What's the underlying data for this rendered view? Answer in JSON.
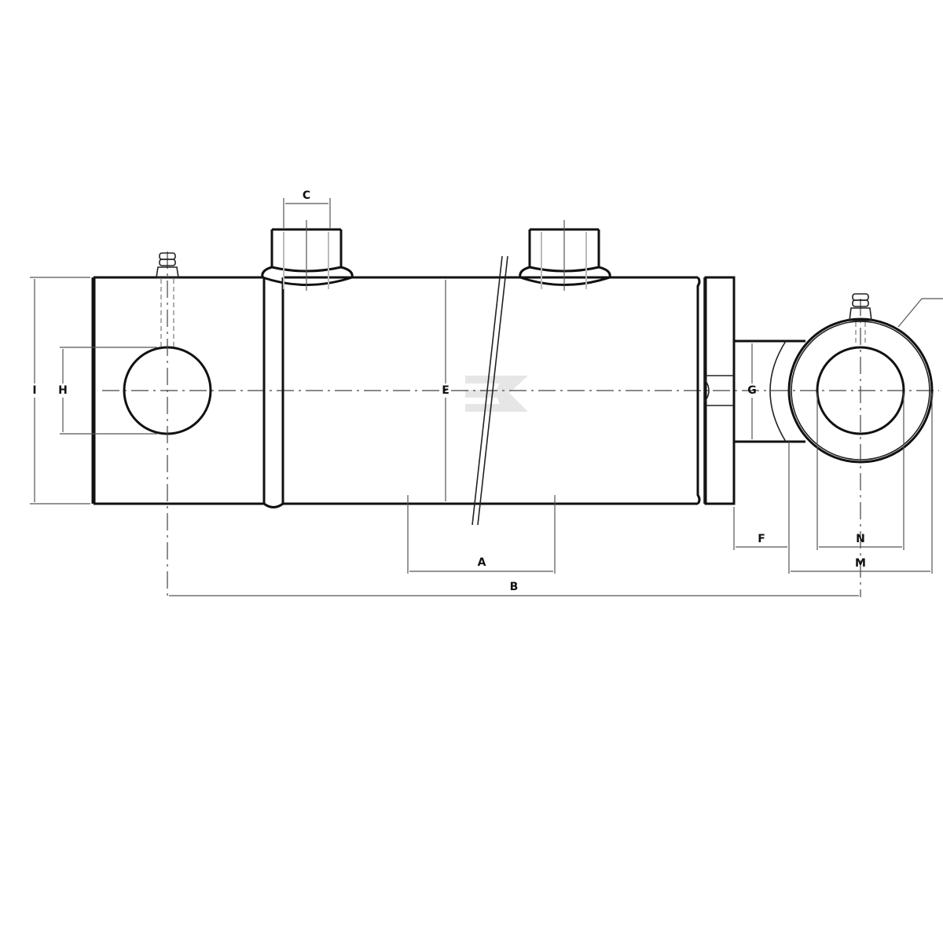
{
  "drawing": {
    "subject": "Double-acting hydraulic cylinder with cross-tube ends",
    "colors": {
      "line": "#111111",
      "dimension": "#555555",
      "background": "#ffffff",
      "watermark": "#e6e6e6"
    },
    "dimensions": {
      "A": "A",
      "B": "B",
      "C": "C",
      "E": "E",
      "F": "F",
      "G": "G",
      "H": "H",
      "I": "I",
      "M": "M",
      "N": "N"
    }
  }
}
